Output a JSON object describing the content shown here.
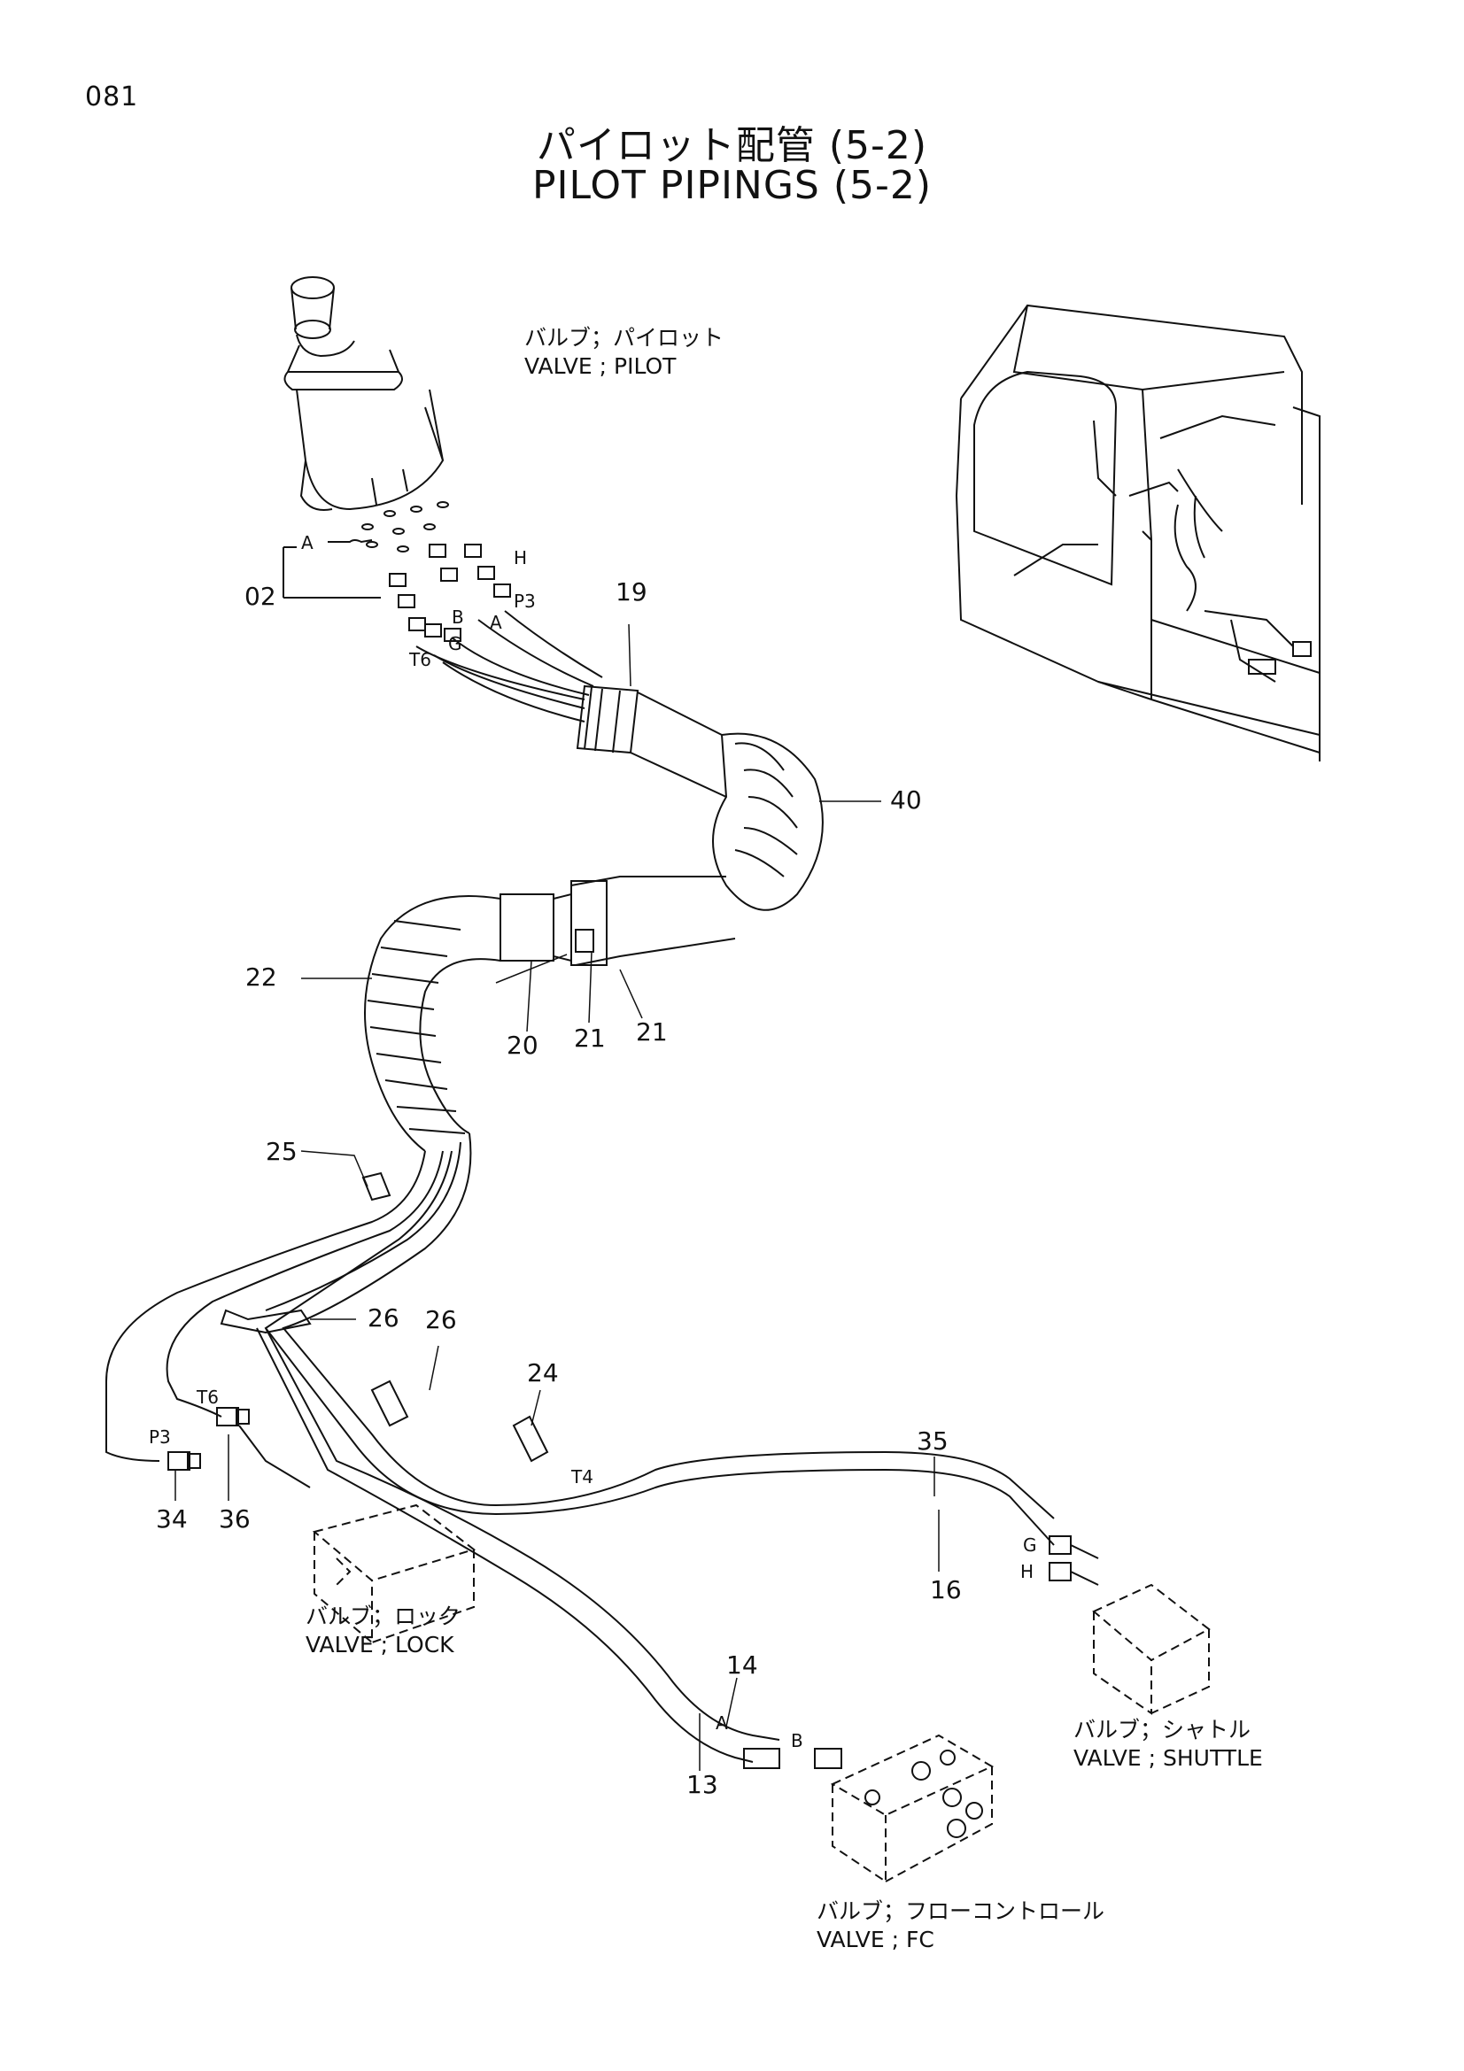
{
  "page_number": "081",
  "title_ja": "パイロット配管 (5-2)",
  "title_en": "PILOT PIPINGS (5-2)",
  "component_labels": [
    {
      "id": "pilot",
      "ja": "バルブ；パイロット",
      "en": "VALVE ; PILOT"
    },
    {
      "id": "lock",
      "ja": "バルブ；ロック",
      "en": "VALVE ; LOCK"
    },
    {
      "id": "shuttle",
      "ja": "バルブ；シャトル",
      "en": "VALVE ; SHUTTLE"
    },
    {
      "id": "fc",
      "ja": "バルブ；フローコントロール",
      "en": "VALVE ; FC"
    }
  ],
  "callouts": {
    "c02": "02",
    "c19": "19",
    "c40": "40",
    "c22": "22",
    "c20": "20",
    "c21a": "21",
    "c21b": "21",
    "c25": "25",
    "c26a": "26",
    "c26b": "26",
    "c24": "24",
    "c35": "35",
    "c16": "16",
    "c14": "14",
    "c13": "13",
    "c34": "34",
    "c36": "36"
  },
  "ports": {
    "A": "A",
    "H": "H",
    "P3": "P3",
    "B": "B",
    "G": "G",
    "T6": "T6",
    "T4": "T4",
    "G2": "G",
    "H2": "H",
    "A2": "A",
    "B2": "B",
    "T6b": "T6",
    "P3b": "P3"
  }
}
